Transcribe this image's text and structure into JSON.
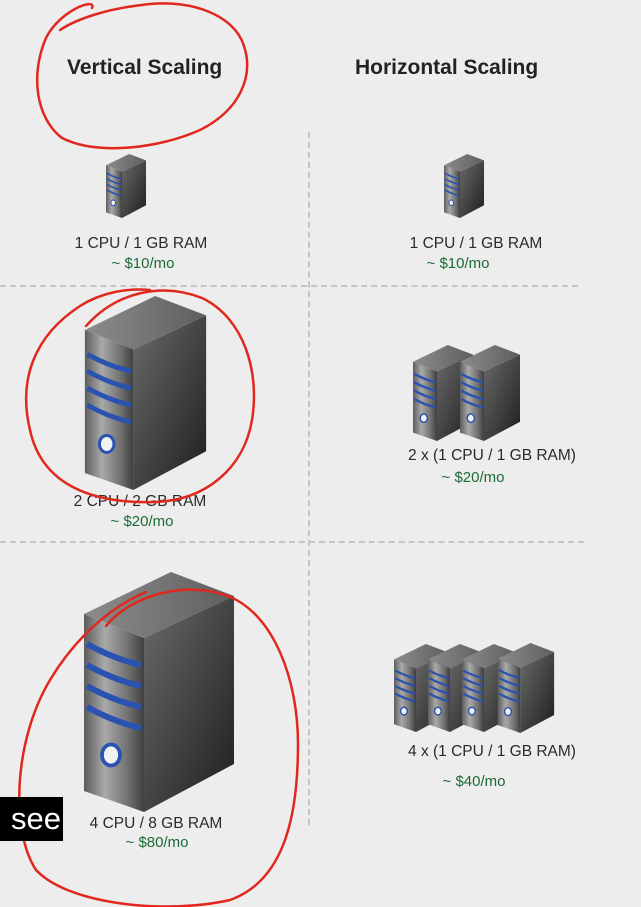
{
  "headings": {
    "vertical": "Vertical Scaling",
    "horizontal": "Horizontal Scaling"
  },
  "vertical": [
    {
      "spec": "1 CPU / 1 GB RAM",
      "price": "~ $10/mo"
    },
    {
      "spec": "2 CPU / 2 GB RAM",
      "price": "~ $20/mo"
    },
    {
      "spec": "4 CPU / 8 GB RAM",
      "price": "~ $80/mo"
    }
  ],
  "horizontal": [
    {
      "spec": "1 CPU / 1 GB RAM",
      "price": "~ $10/mo",
      "server_count": 1
    },
    {
      "spec": "2 x (1 CPU / 1 GB RAM)",
      "price": "~ $20/mo",
      "server_count": 2
    },
    {
      "spec": "4 x (1 CPU / 1 GB RAM)",
      "price": "~ $40/mo",
      "server_count": 4
    }
  ],
  "caption": "see",
  "colors": {
    "background": "#ededed",
    "annotation": "#e0281e",
    "price_text": "#1d6a36",
    "server_stripe": "#2a52b0"
  }
}
